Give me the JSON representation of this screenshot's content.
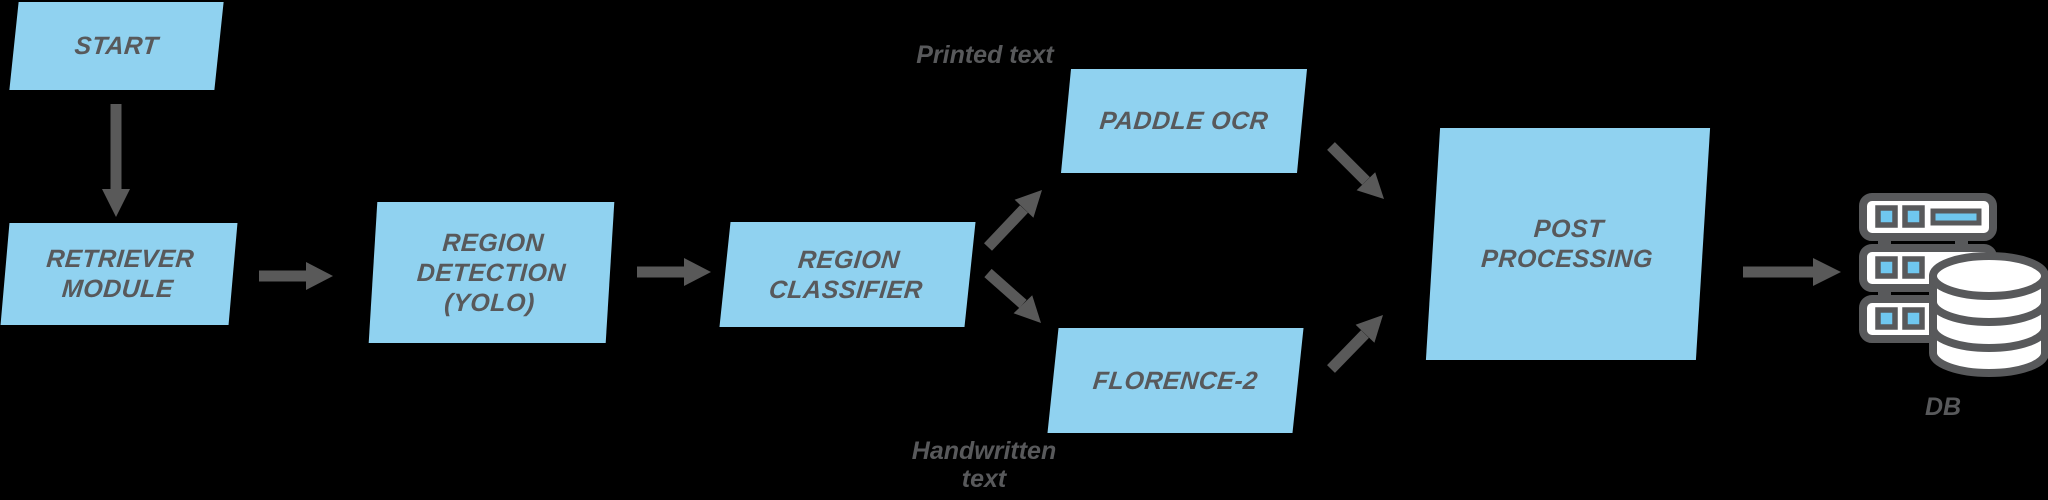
{
  "colors": {
    "background": "#000000",
    "node-fill": "#90d2f0",
    "ink": "#58595b",
    "arrow": "#595959",
    "icon-stroke": "#58595b",
    "icon-fill": "#ffffff",
    "icon-accent": "#6fc7ef"
  },
  "nodes": {
    "start": {
      "label": "START"
    },
    "retriever": {
      "label": "RETRIEVER\nMODULE"
    },
    "region_detection": {
      "label": "REGION\nDETECTION\n(YOLO)"
    },
    "region_classifier": {
      "label": "REGION\nCLASSIFIER"
    },
    "paddle_ocr": {
      "label": "PADDLE OCR"
    },
    "florence": {
      "label": "FLORENCE-2"
    },
    "post_processing": {
      "label": "POST\nPROCESSING"
    },
    "db": {
      "label": "DB"
    }
  },
  "annotations": {
    "printed": "Printed text",
    "handwritten": "Handwritten\ntext"
  },
  "edges": [
    {
      "from": "start",
      "to": "retriever"
    },
    {
      "from": "retriever",
      "to": "region_detection"
    },
    {
      "from": "region_detection",
      "to": "region_classifier"
    },
    {
      "from": "region_classifier",
      "to": "paddle_ocr",
      "label": "Printed text"
    },
    {
      "from": "region_classifier",
      "to": "florence",
      "label": "Handwritten text"
    },
    {
      "from": "paddle_ocr",
      "to": "post_processing"
    },
    {
      "from": "florence",
      "to": "post_processing"
    },
    {
      "from": "post_processing",
      "to": "db"
    }
  ]
}
